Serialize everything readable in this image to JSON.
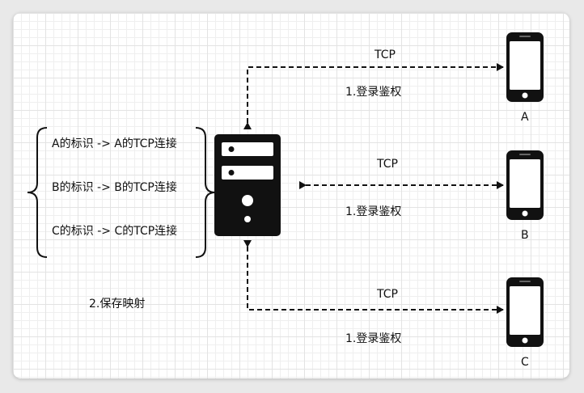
{
  "diagram": {
    "connections": [
      {
        "protocol": "TCP",
        "auth": "1.登录鉴权"
      },
      {
        "protocol": "TCP",
        "auth": "1.登录鉴权"
      },
      {
        "protocol": "TCP",
        "auth": "1.登录鉴权"
      }
    ],
    "devices": [
      "A",
      "B",
      "C"
    ],
    "mapping_lines": [
      "A的标识 -> A的TCP连接",
      "B的标识 -> B的TCP连接",
      "C的标识 -> C的TCP连接"
    ],
    "save_step": "2.保存映射"
  }
}
